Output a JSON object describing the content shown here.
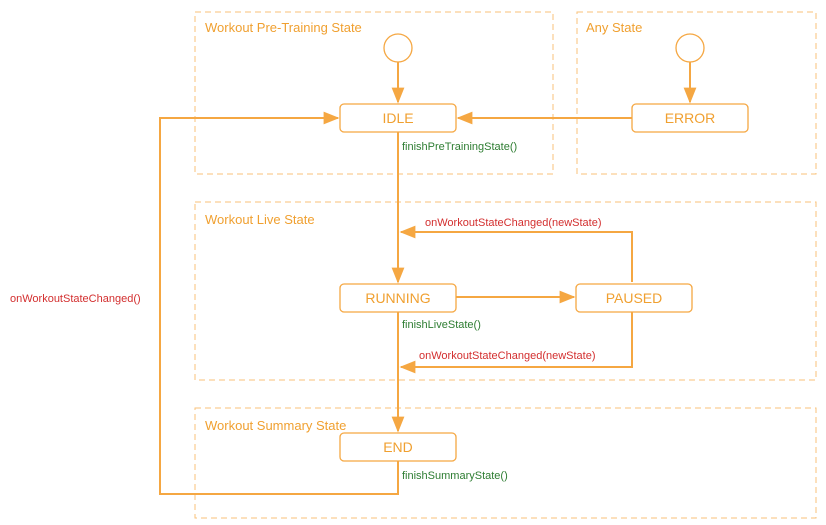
{
  "regions": {
    "pre_training": "Workout Pre-Training State",
    "any": "Any State",
    "live": "Workout Live State",
    "summary": "Workout Summary State"
  },
  "states": {
    "idle": "IDLE",
    "error": "ERROR",
    "running": "RUNNING",
    "paused": "PAUSED",
    "end": "END"
  },
  "transitions": {
    "finish_pre_training": "finishPreTrainingState()",
    "paused_to_running": "onWorkoutStateChanged(newState)",
    "finish_live": "finishLiveState()",
    "paused_to_end": "onWorkoutStateChanged(newState)",
    "finish_summary": "finishSummaryState()",
    "end_to_idle": "onWorkoutStateChanged()"
  },
  "colors": {
    "accent": "#f5a742",
    "region_border": "#f8c27a",
    "method_label": "#2e7d32",
    "event_label": "#d32f2f"
  }
}
